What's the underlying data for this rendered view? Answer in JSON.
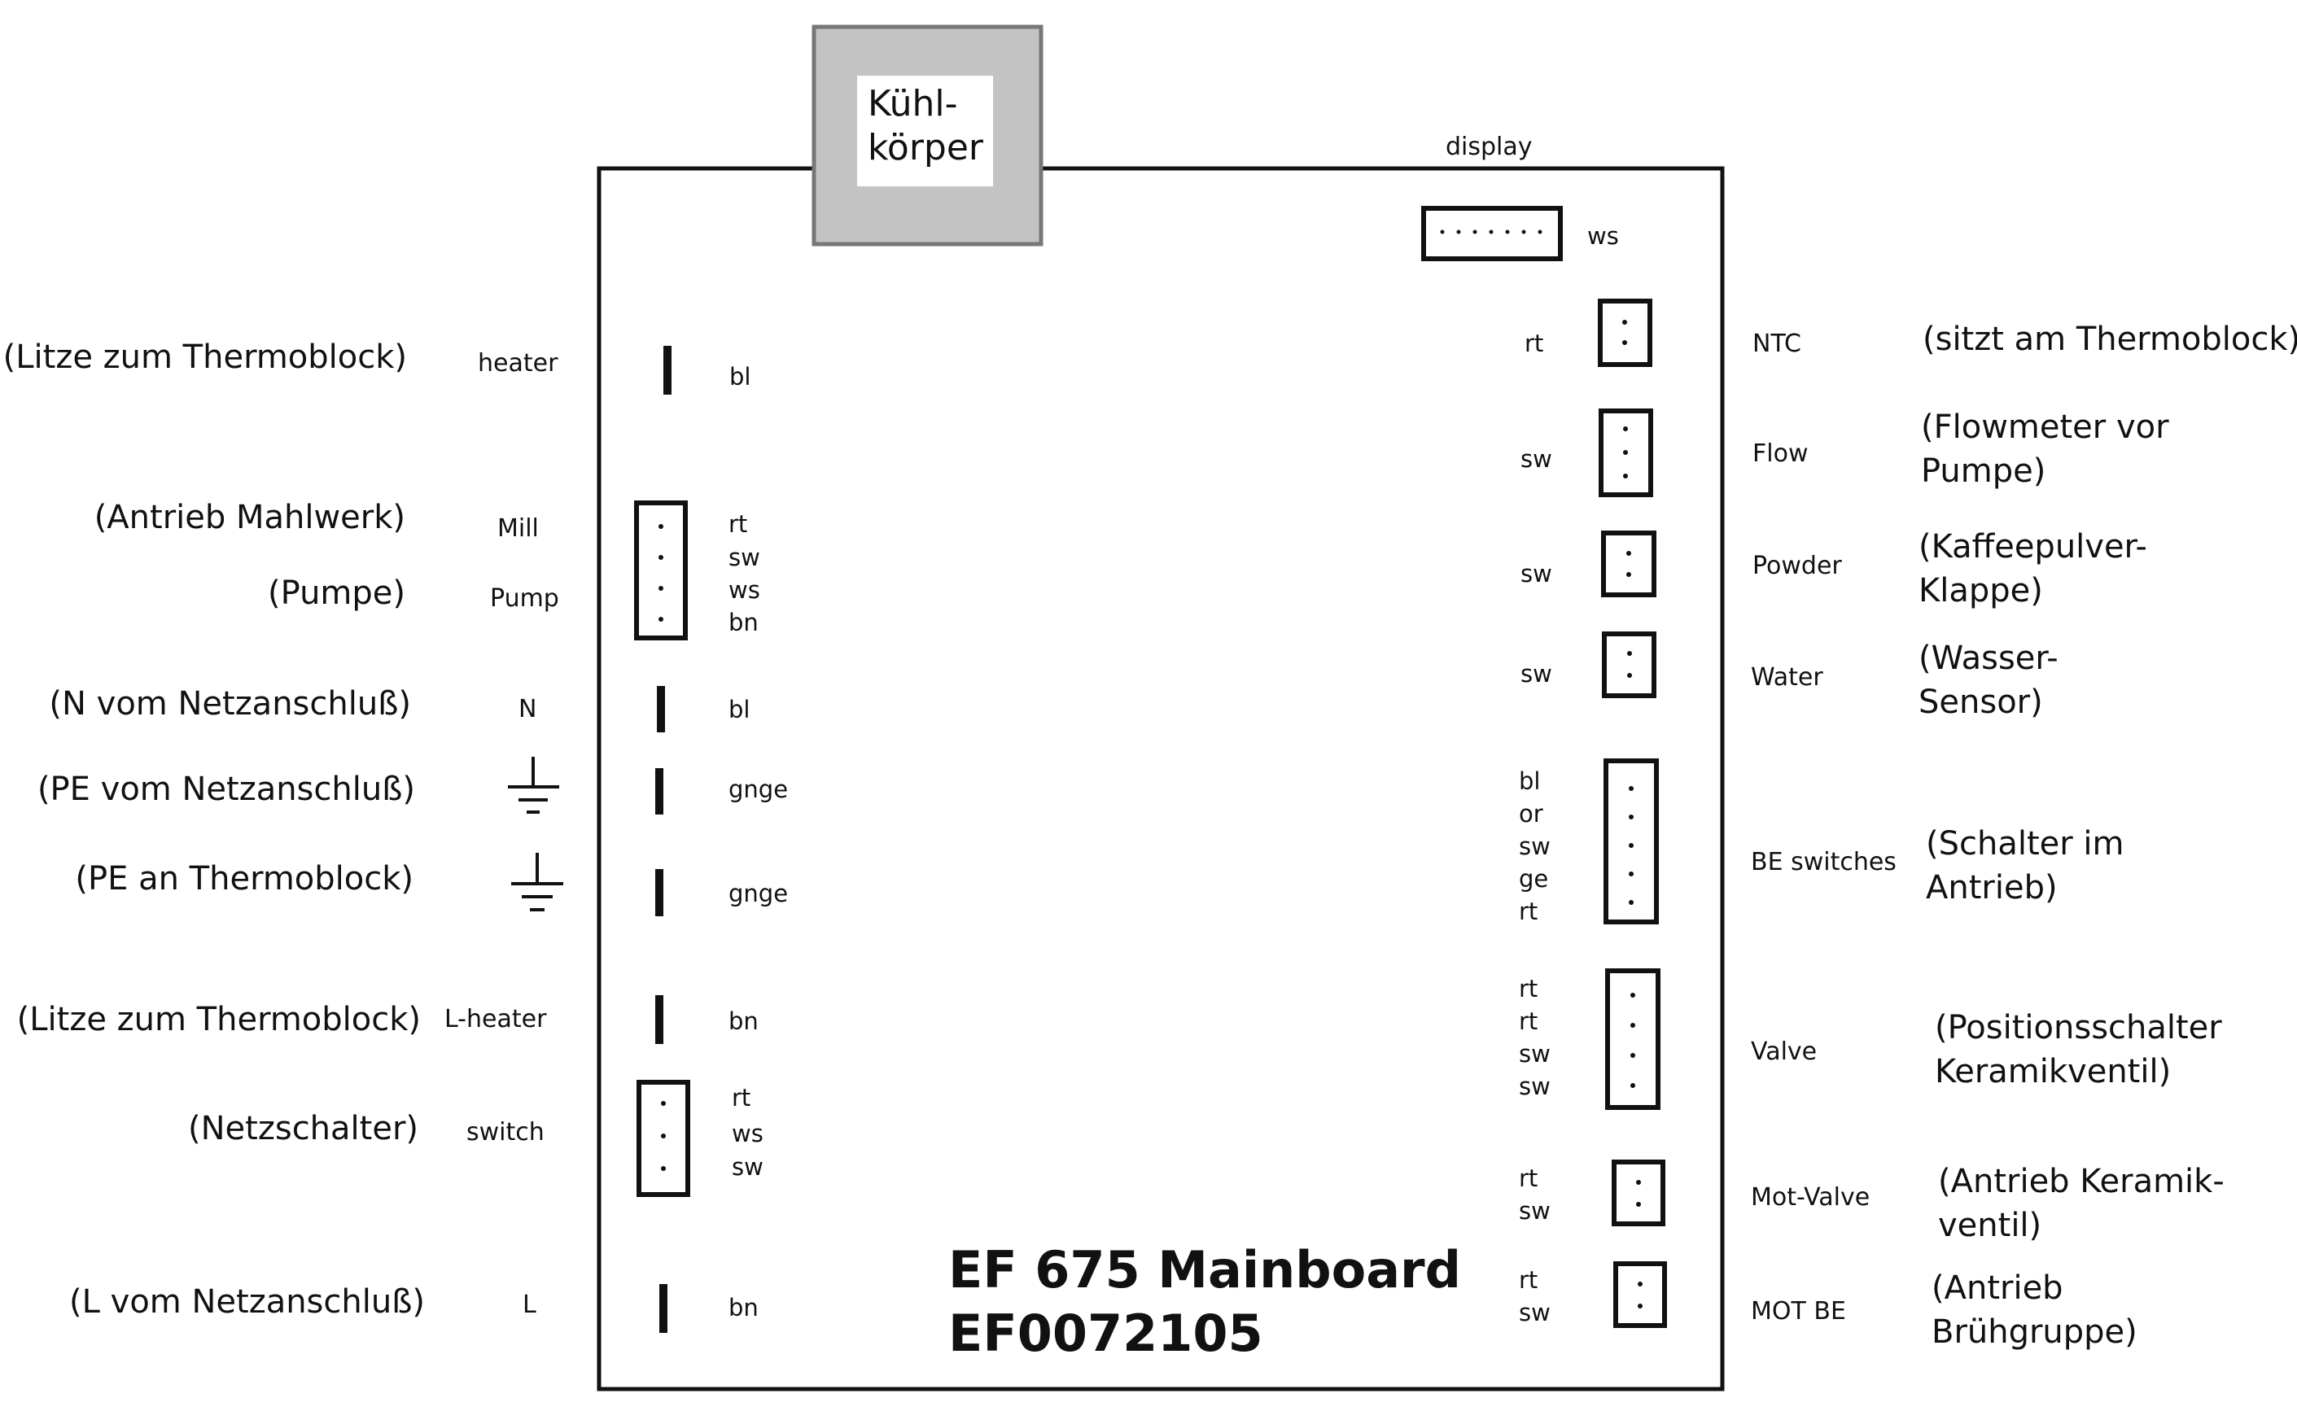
{
  "heatsink": {
    "line1": "Kühl-",
    "line2": "körper"
  },
  "board": {
    "title_line1": "EF 675 Mainboard",
    "title_line2": "EF0072105"
  },
  "display": {
    "label": "display",
    "wire": "ws"
  },
  "left": [
    {
      "desc": "(Litze zum Thermoblock)",
      "name": "heater",
      "wires": [
        "bl"
      ]
    },
    {
      "desc": "(Antrieb Mahlwerk)",
      "name": "Mill",
      "wires": [
        "rt",
        "sw"
      ]
    },
    {
      "desc": "(Pumpe)",
      "name": "Pump",
      "wires": [
        "ws",
        "bn"
      ]
    },
    {
      "desc": "(N vom Netzanschluß)",
      "name": "N",
      "wires": [
        "bl"
      ]
    },
    {
      "desc": "(PE vom Netzanschluß)",
      "icon": "ground-symbol-icon",
      "wires": [
        "gnge"
      ]
    },
    {
      "desc": "(PE an Thermoblock)",
      "icon": "ground-symbol-icon",
      "wires": [
        "gnge"
      ]
    },
    {
      "desc": "(Litze zum Thermoblock)",
      "name": "L-heater",
      "wires": [
        "bn"
      ]
    },
    {
      "desc": "(Netzschalter)",
      "name": "switch",
      "wires": [
        "rt",
        "ws",
        "sw"
      ]
    },
    {
      "desc": "(L vom Netzanschluß)",
      "name": "L",
      "wires": [
        "bn"
      ]
    }
  ],
  "right": [
    {
      "name": "NTC",
      "desc1": "(sitzt am Thermoblock)",
      "desc2": "",
      "wires": [
        "rt"
      ]
    },
    {
      "name": "Flow",
      "desc1": "(Flowmeter vor",
      "desc2": "Pumpe)",
      "wires": [
        "sw"
      ]
    },
    {
      "name": "Powder",
      "desc1": "(Kaffeepulver-",
      "desc2": "Klappe)",
      "wires": [
        "sw"
      ]
    },
    {
      "name": "Water",
      "desc1": "(Wasser-",
      "desc2": "Sensor)",
      "wires": [
        "sw"
      ]
    },
    {
      "name": "BE switches",
      "desc1": "(Schalter im",
      "desc2": "Antrieb)",
      "wires": [
        "bl",
        "or",
        "sw",
        "ge",
        "rt"
      ]
    },
    {
      "name": "Valve",
      "desc1": "(Positionsschalter",
      "desc2": "Keramikventil)",
      "wires": [
        "rt",
        "rt",
        "sw",
        "sw"
      ]
    },
    {
      "name": "Mot-Valve",
      "desc1": "(Antrieb Keramik-",
      "desc2": "ventil)",
      "wires": [
        "rt",
        "sw"
      ]
    },
    {
      "name": "MOT BE",
      "desc1": "(Antrieb",
      "desc2": "Brühgruppe)",
      "wires": [
        "rt",
        "sw"
      ]
    }
  ]
}
